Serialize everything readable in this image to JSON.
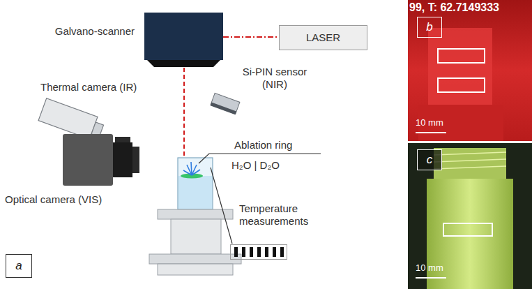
{
  "diagram": {
    "nodes": [
      {
        "text": [
          "Galvano-scanner"
        ]
      },
      {
        "text": [
          "LASER"
        ]
      },
      {
        "text": [
          "Temperature measurements"
        ]
      },
      {
        "text": [
          "a"
        ]
      },
      {
        "text": [
          "b"
        ]
      },
      {
        "text": [
          "c"
        ]
      }
    ],
    "edges": [
      {
        "from": 0,
        "to": 1,
        "arrow": "none"
      }
    ],
    "labels": [
      "Si-PIN sensor (NIR)",
      "Thermal camera (IR)",
      "Optical camera (VIS)",
      "Ablation ring",
      "H₂O | D₂O",
      "99, T: 62.7149333",
      "10 mm",
      "10 mm"
    ]
  }
}
